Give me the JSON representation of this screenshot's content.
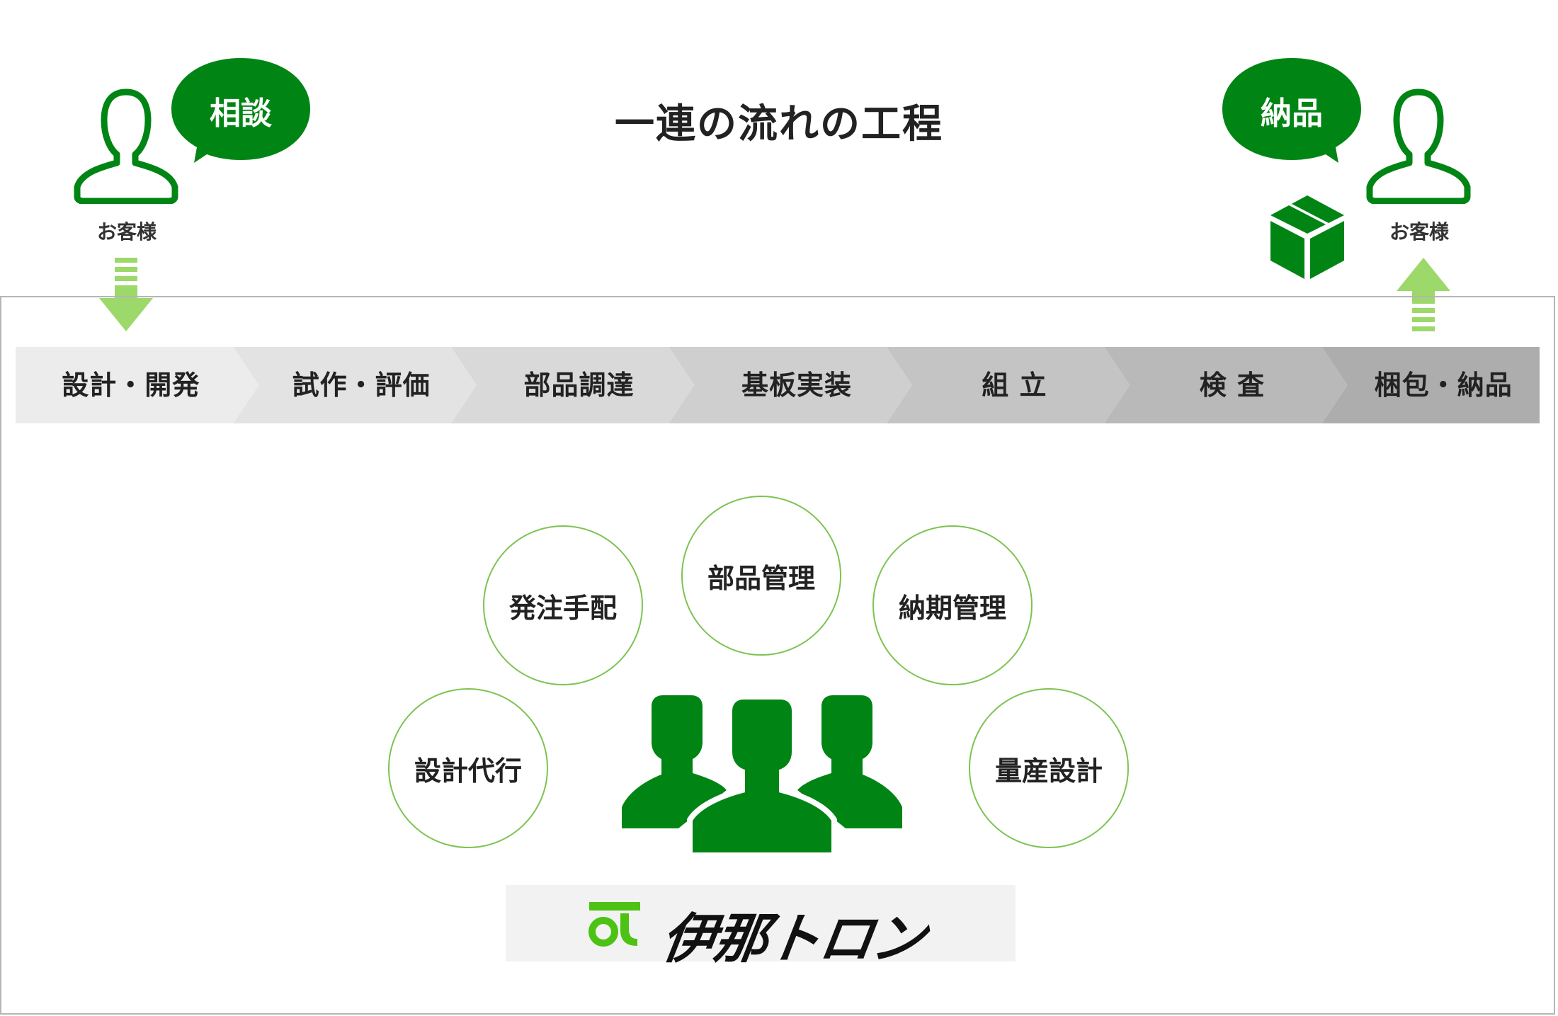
{
  "title": "一連の流れの工程",
  "customer_left": {
    "label": "お客様",
    "bubble": "相談"
  },
  "customer_right": {
    "label": "お客様",
    "bubble": "納品"
  },
  "process_steps": [
    {
      "label": "設計・開発",
      "color": "#ececec"
    },
    {
      "label": "試作・評価",
      "color": "#e3e3e3"
    },
    {
      "label": "部品調達",
      "color": "#d9d9d9"
    },
    {
      "label": "基板実装",
      "color": "#cfcfcf"
    },
    {
      "label": "組 立",
      "color": "#c4c4c4"
    },
    {
      "label": "検 査",
      "color": "#b9b9b9"
    },
    {
      "label": "梱包・納品",
      "color": "#adadad"
    }
  ],
  "services": [
    "部品管理",
    "発注手配",
    "納期管理",
    "設計代行",
    "量産設計"
  ],
  "logo": {
    "text": "伊那トロン"
  },
  "colors": {
    "brand_green": "#008515",
    "arrow_green": "#9dd86a",
    "circle_border": "#7dc352",
    "logo_green": "#4cc214"
  },
  "icons": {
    "customer": "person-outline-icon",
    "package": "box-icon",
    "team": "group-icon"
  }
}
